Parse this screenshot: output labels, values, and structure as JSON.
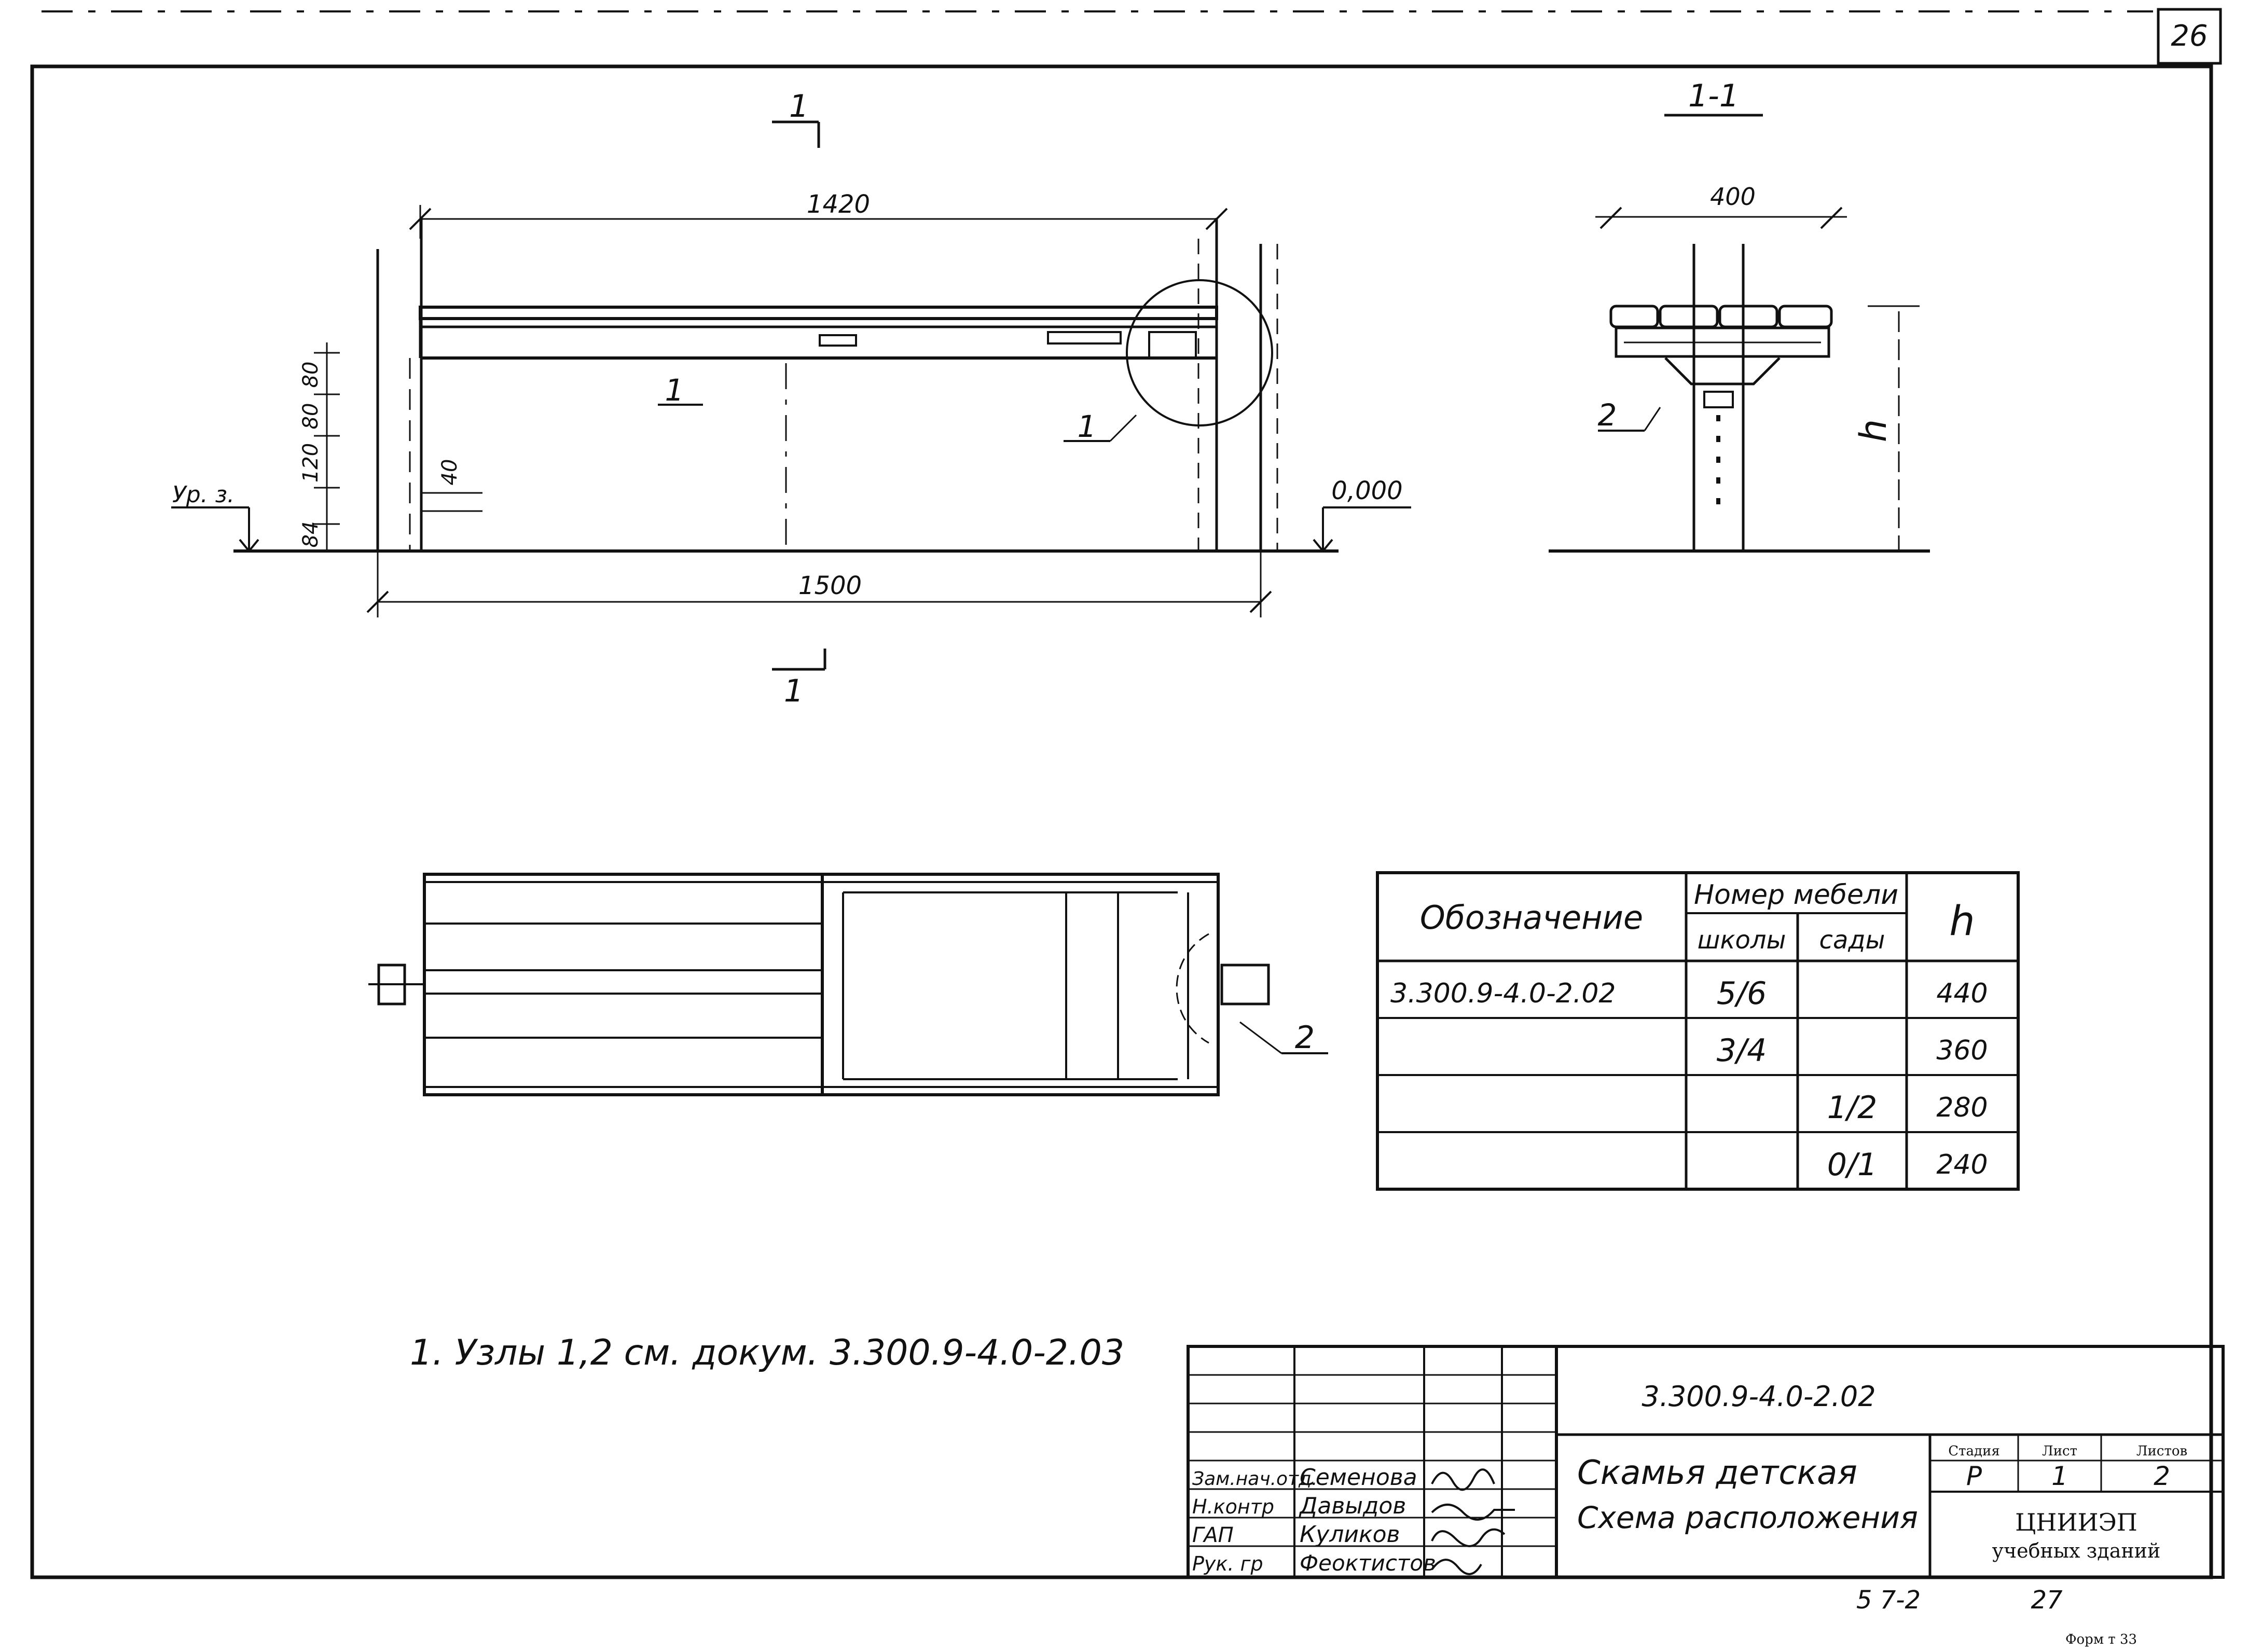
{
  "sheet": {
    "page_number": "26",
    "bottom_series": "5 7-2",
    "bottom_page": "27",
    "form_label": "Форм т 33"
  },
  "views": {
    "section_marker": "1",
    "section_title": "1-1",
    "callout_1": "1",
    "callout_2": "2",
    "label_level": "Ур. з.",
    "label_zero": "0,000",
    "label_h": "h"
  },
  "dimensions": {
    "top_length": "1420",
    "bottom_length": "1500",
    "section_width": "400",
    "d80a": "80",
    "d80b": "80",
    "d120": "120",
    "d84": "84",
    "d40": "40"
  },
  "spec_table": {
    "col_designation": "Обозначение",
    "col_furniture": "Номер мебели",
    "sub_school": "школы",
    "sub_garden": "сады",
    "col_h": "h",
    "rows": [
      {
        "designation": "3.300.9-4.0-2.02",
        "school": "5/6",
        "garden": "",
        "h": "440"
      },
      {
        "designation": "",
        "school": "3/4",
        "garden": "",
        "h": "360"
      },
      {
        "designation": "",
        "school": "",
        "garden": "1/2",
        "h": "280"
      },
      {
        "designation": "",
        "school": "",
        "garden": "0/1",
        "h": "240"
      }
    ]
  },
  "note": "1. Узлы 1,2 см. докум. 3.300.9-4.0-2.03",
  "title_block": {
    "doc_code": "3.300.9-4.0-2.02",
    "title_line1": "Скамья детская",
    "title_line2": "Схема расположения",
    "stage_label": "Стадия",
    "sheet_label": "Лист",
    "sheets_label": "Листов",
    "stage": "Р",
    "sheet": "1",
    "sheets": "2",
    "org_line1": "ЦНИИЭП",
    "org_line2": "учебных зданий",
    "staff": [
      {
        "role": "Зам.нач.отд.",
        "name": "Семенова"
      },
      {
        "role": "Н.контр",
        "name": "Давыдов"
      },
      {
        "role": "ГАП",
        "name": "Куликов"
      },
      {
        "role": "Рук. гр",
        "name": "Феоктистов"
      }
    ]
  }
}
